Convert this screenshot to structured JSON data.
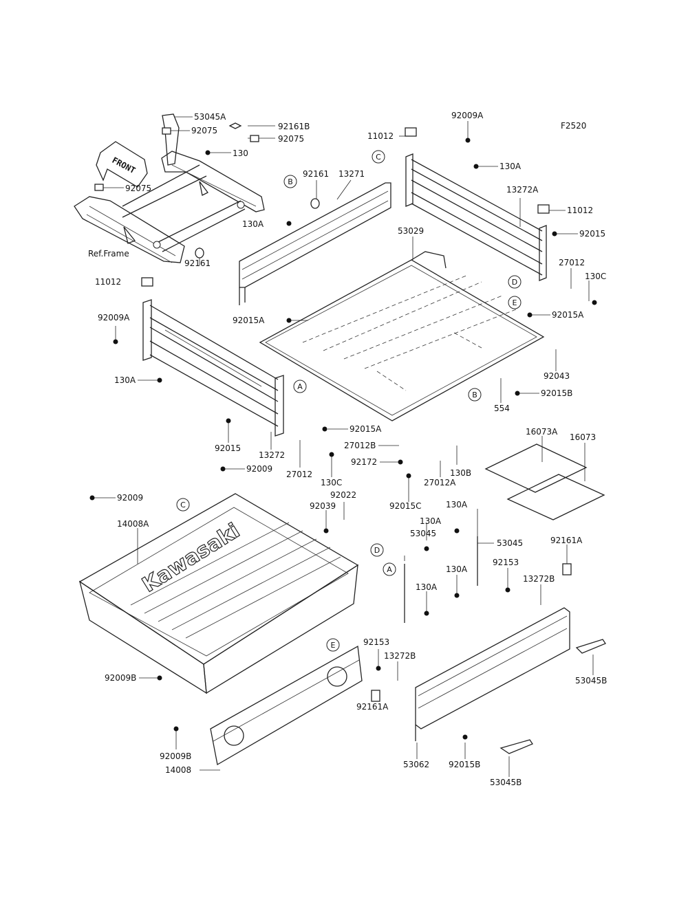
{
  "figure_code": "F2520",
  "front_arrow": "FRONT",
  "frame_ref": "Ref.Frame",
  "brand_text": "Kawasaki",
  "refs": {
    "A": "A",
    "B": "B",
    "C": "C",
    "D": "D",
    "E": "E"
  },
  "parts": {
    "p53045A": "53045A",
    "p92075a": "92075",
    "p92075b": "92075",
    "p92075c": "92075",
    "p92161B": "92161B",
    "p130": "130",
    "p92161a": "92161",
    "p92161b": "92161",
    "p13271": "13271",
    "p130A_a": "130A",
    "p11012a": "11012",
    "p11012b": "11012",
    "p11012c": "11012",
    "p92009A_a": "92009A",
    "p92009A_b": "92009A",
    "p130A_b": "130A",
    "p13272A": "13272A",
    "p92015a": "92015",
    "p92015b": "92015",
    "p27012a": "27012",
    "p27012b": "27012",
    "p130C_a": "130C",
    "p130C_b": "130C",
    "p53029": "53029",
    "p92015A_a": "92015A",
    "p92015A_b": "92015A",
    "p92015A_c": "92015A",
    "p92043": "92043",
    "p92015B_a": "92015B",
    "p92015B_b": "92015B",
    "p554": "554",
    "p130A_c": "130A",
    "p13272": "13272",
    "p27012B": "27012B",
    "p92172": "92172",
    "p27012A": "27012A",
    "p130B": "130B",
    "p16073A": "16073A",
    "p16073": "16073",
    "p92009a": "92009",
    "p92009b": "92009",
    "p92022": "92022",
    "p92039": "92039",
    "p92015C": "92015C",
    "p14008A": "14008A",
    "p130A_d": "130A",
    "p130A_e": "130A",
    "p130A_f": "130A",
    "p130A_g": "130A",
    "p53045a": "53045",
    "p53045b": "53045",
    "p92161A_a": "92161A",
    "p92161A_b": "92161A",
    "p92153a": "92153",
    "p92153b": "92153",
    "p13272B_a": "13272B",
    "p13272B_b": "13272B",
    "p53045B_a": "53045B",
    "p53045B_b": "53045B",
    "p92009B_a": "92009B",
    "p92009B_b": "92009B",
    "p14008": "14008",
    "p53062": "53062"
  }
}
